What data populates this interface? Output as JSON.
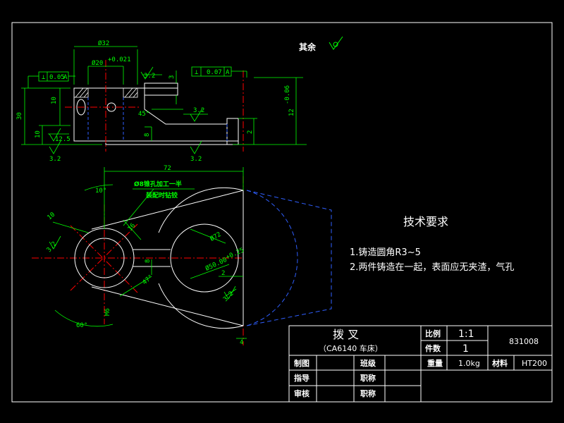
{
  "surface_note": {
    "label": "其余",
    "symbol": "roughness-check-icon"
  },
  "tech_requirements": {
    "title": "技术要求",
    "items": [
      "1.铸造圆角R3~5",
      "2.两件铸造在一起，表面应无夹渣，气孔"
    ]
  },
  "title_block": {
    "part_name": "拨  叉",
    "machine": "（CA6140 车床）",
    "scale_label": "比例",
    "scale_value": "1:1",
    "qty_label": "件数",
    "qty_value": "1",
    "drawing_no": "831008",
    "weight_label": "重量",
    "weight_value": "1.0kg",
    "material_label": "材料",
    "material_value": "HT200",
    "drawn_label": "制图",
    "class_label": "班级",
    "guide_label": "指导",
    "title1_label": "职称",
    "review_label": "审核",
    "title2_label": "职称"
  },
  "dimensions": {
    "d32": "Ø32",
    "d20": "Ø20",
    "d20_tol": "+0.021",
    "ra32_a": "3.2",
    "dim3": "3",
    "tol_perp_top": "0.05",
    "datum_a": "A",
    "tol_perp_right": "0.07",
    "ra32_b": "3.2",
    "dim45": "45°",
    "dim30": "30",
    "dim10a": "10",
    "dim10b": "10",
    "dim8a": "8",
    "dim12": "12",
    "dim12_tol": "-0.06",
    "dim2": "2",
    "ra125": "12.5",
    "ra32_c": "3.2",
    "ra32_d": "3.2",
    "dim72": "72",
    "note_hole": "Ø8锥孔加工一半",
    "note_drill": "装配时钻铰",
    "dim10deg": "10°",
    "dim10c": "10",
    "dim16": "16",
    "ra32_e": "3.2",
    "phi72": "Ø72",
    "phi50": "Ø50.00",
    "phi50_tol": "+0.25",
    "dim8b": "8",
    "dim47": "47°",
    "m6": "M6",
    "dim60": "60°",
    "dim2b": "2",
    "ra32_f": "3.2",
    "dim4": "4"
  }
}
